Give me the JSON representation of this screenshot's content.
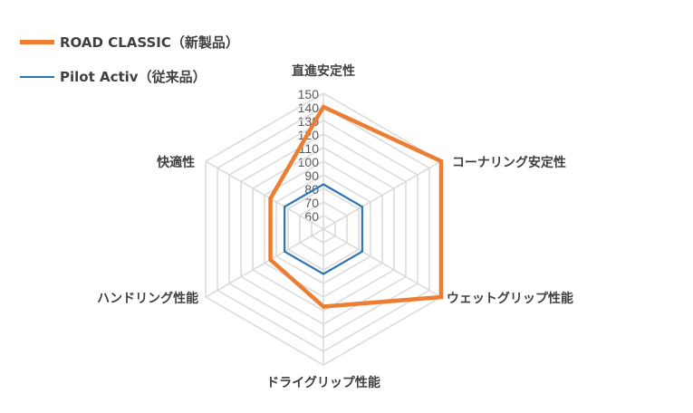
{
  "chart_data": {
    "type": "radar",
    "title": "",
    "axes": [
      "直進安定性",
      "コーナリング安定性",
      "ウェットグリップ性能",
      "ドライグリップ性能",
      "ハンドリング性能",
      "快適性"
    ],
    "range": [
      50,
      150
    ],
    "ticks": [
      "60",
      "70",
      "80",
      "90",
      "100",
      "110",
      "120",
      "130",
      "140",
      "150"
    ],
    "grid": true,
    "legend_position": "top-left",
    "series": [
      {
        "name": "ROAD CLASSIC（新製品）",
        "color": "#ED7D31",
        "values": [
          140,
          150,
          150,
          107,
          95,
          95
        ]
      },
      {
        "name": "Pilot Activ（従来品）",
        "color": "#2E75B6",
        "values": [
          83,
          83,
          83,
          83,
          83,
          83
        ]
      }
    ]
  }
}
